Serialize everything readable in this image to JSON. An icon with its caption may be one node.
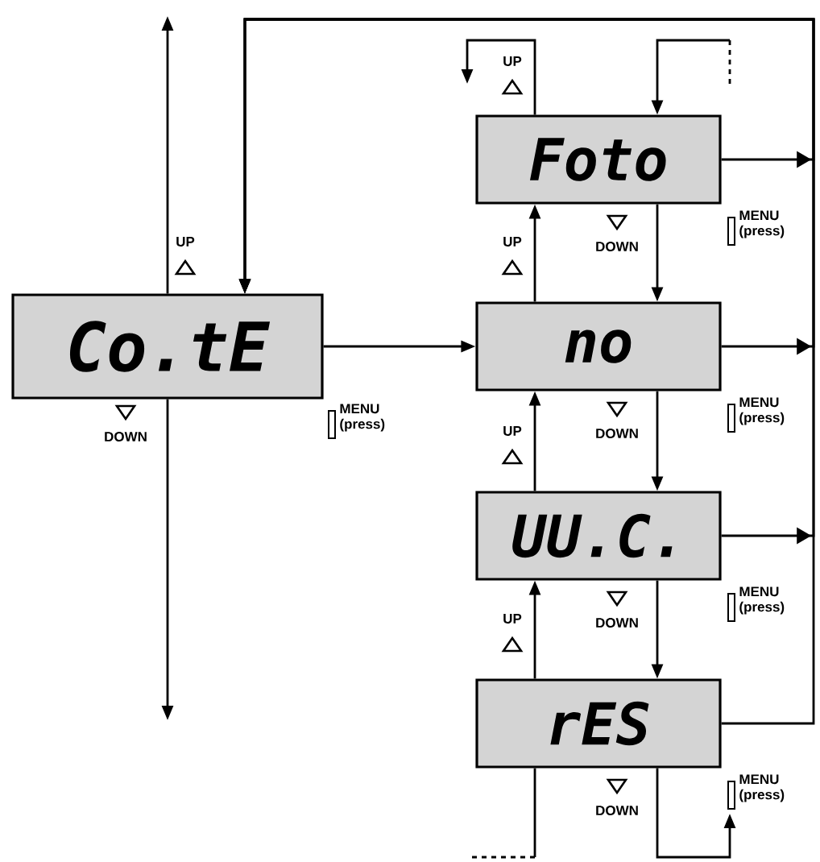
{
  "diagram": {
    "nodes": [
      {
        "text": [
          "Co.tE"
        ]
      },
      {
        "text": [
          "Foto"
        ]
      },
      {
        "text": [
          "no"
        ]
      },
      {
        "text": [
          "UU.C."
        ]
      },
      {
        "text": [
          "rES"
        ]
      }
    ],
    "edges": [
      {
        "from": 0,
        "to": null,
        "arrow": "to",
        "label": "UP"
      },
      {
        "from": 0,
        "to": null,
        "arrow": "to",
        "label": "DOWN"
      },
      {
        "from": 0,
        "to": 2,
        "arrow": "to",
        "label": "MENU (press)"
      },
      {
        "from": 1,
        "to": 0,
        "arrow": "to",
        "label": "MENU (press)"
      },
      {
        "from": 2,
        "to": 0,
        "arrow": "to",
        "label": "MENU (press)"
      },
      {
        "from": 3,
        "to": 0,
        "arrow": "to",
        "label": "MENU (press)"
      },
      {
        "from": 4,
        "to": 0,
        "arrow": "to",
        "label": "MENU (press)"
      },
      {
        "from": 2,
        "to": 1,
        "arrow": "to",
        "label": "UP"
      },
      {
        "from": 1,
        "to": 2,
        "arrow": "to",
        "label": "DOWN"
      },
      {
        "from": 3,
        "to": 2,
        "arrow": "to",
        "label": "UP"
      },
      {
        "from": 2,
        "to": 3,
        "arrow": "to",
        "label": "DOWN"
      },
      {
        "from": 4,
        "to": 3,
        "arrow": "to",
        "label": "UP"
      },
      {
        "from": 3,
        "to": 4,
        "arrow": "to",
        "label": "DOWN"
      },
      {
        "from": 1,
        "to": null,
        "arrow": "to",
        "label": "UP"
      },
      {
        "from": null,
        "to": 1,
        "arrow": "to"
      },
      {
        "from": 4,
        "to": null,
        "arrow": "to",
        "label": "DOWN"
      },
      {
        "from": 4,
        "to": null,
        "arrow": "none"
      }
    ]
  }
}
